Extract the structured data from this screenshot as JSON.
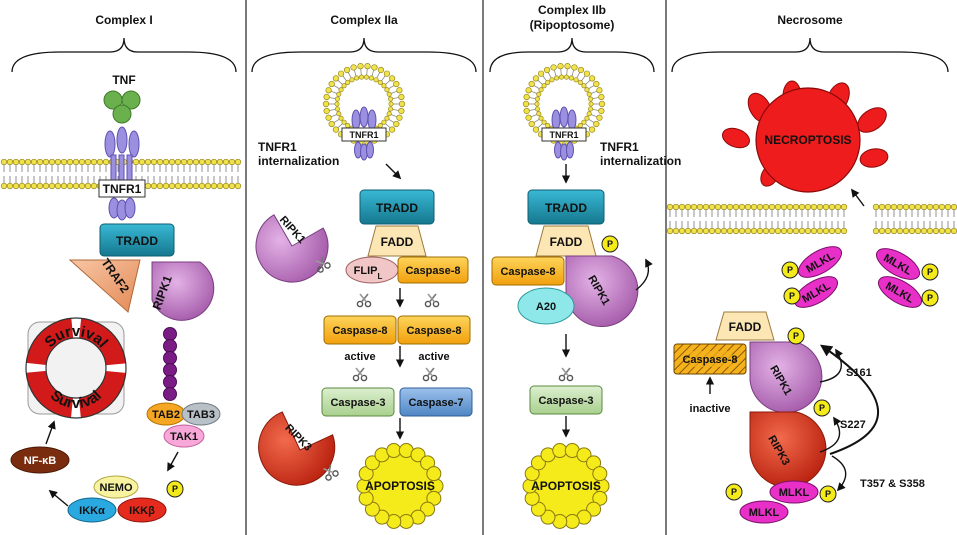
{
  "panels": {
    "complex1": {
      "title": "Complex I",
      "tnf": "TNF",
      "tnfr1": "TNFR1",
      "tradd": "TRADD",
      "traf2": "TRAF2",
      "ripk1": "RIPK1",
      "tab2": "TAB2",
      "tab3": "TAB3",
      "tak1": "TAK1",
      "nemo": "NEMO",
      "ikka": "IKKα",
      "ikkb": "IKKβ",
      "nfkb": "NF-κB",
      "survival_top": "Survival",
      "survival_bottom": "Survival",
      "phospho": "P"
    },
    "complex2a": {
      "title": "Complex IIa",
      "tnfr1": "TNFR1",
      "internalization_line1": "TNFR1",
      "internalization_line2": "internalization",
      "tradd": "TRADD",
      "fadd": "FADD",
      "ripk1": "RIPK1",
      "flip": "FLIP",
      "flip_sub": "L",
      "caspase8": "Caspase-8",
      "caspase8_left": "Caspase-8",
      "caspase8_right": "Caspase-8",
      "active_left": "active",
      "active_right": "active",
      "caspase3": "Caspase-3",
      "caspase7": "Caspase-7",
      "ripk3": "RIPK3",
      "apoptosis": "APOPTOSIS"
    },
    "complex2b": {
      "title_line1": "Complex IIb",
      "title_line2": "(Ripoptosome)",
      "tnfr1": "TNFR1",
      "internalization_line1": "TNFR1",
      "internalization_line2": "internalization",
      "tradd": "TRADD",
      "fadd": "FADD",
      "caspase8": "Caspase-8",
      "ripk1": "RIPK1",
      "a20": "A20",
      "phospho": "P",
      "caspase3": "Caspase-3",
      "apoptosis": "APOPTOSIS"
    },
    "necrosome": {
      "title": "Necrosome",
      "necroptosis": "NECROPTOSIS",
      "mlkl": "MLKL",
      "phospho": "P",
      "fadd": "FADD",
      "caspase8": "Caspase-8",
      "ripk1": "RIPK1",
      "ripk3": "RIPK3",
      "inactive": "inactive",
      "s161": "S161",
      "s227": "S227",
      "t357": "T357 & S358"
    }
  },
  "colors": {
    "tnf": "#6ab04c",
    "tnfr1": "#9b8fe0",
    "tradd": "#1f9bb5",
    "fadd": "#fbe6b4",
    "ripk1": "#c27ac6",
    "traf2": "#f0a878",
    "caspase8": "#f5b21d",
    "caspase3": "#bfe0a9",
    "caspase7": "#6b9fd6",
    "ripk3": "#e0341f",
    "apoptosis": "#f5eb1a",
    "necroptosis": "#ee1c1c",
    "mlkl": "#e830c8",
    "phospho": "#f5eb1a",
    "nfkb": "#7a2d0e",
    "nemo": "#f7f3a0",
    "ikka": "#2aa9e0",
    "ikkb": "#e52b1e",
    "a20": "#8ee8ea",
    "tab2": "#f5a623",
    "tab3": "#b8c0c8",
    "tak1": "#f7a8d8"
  }
}
